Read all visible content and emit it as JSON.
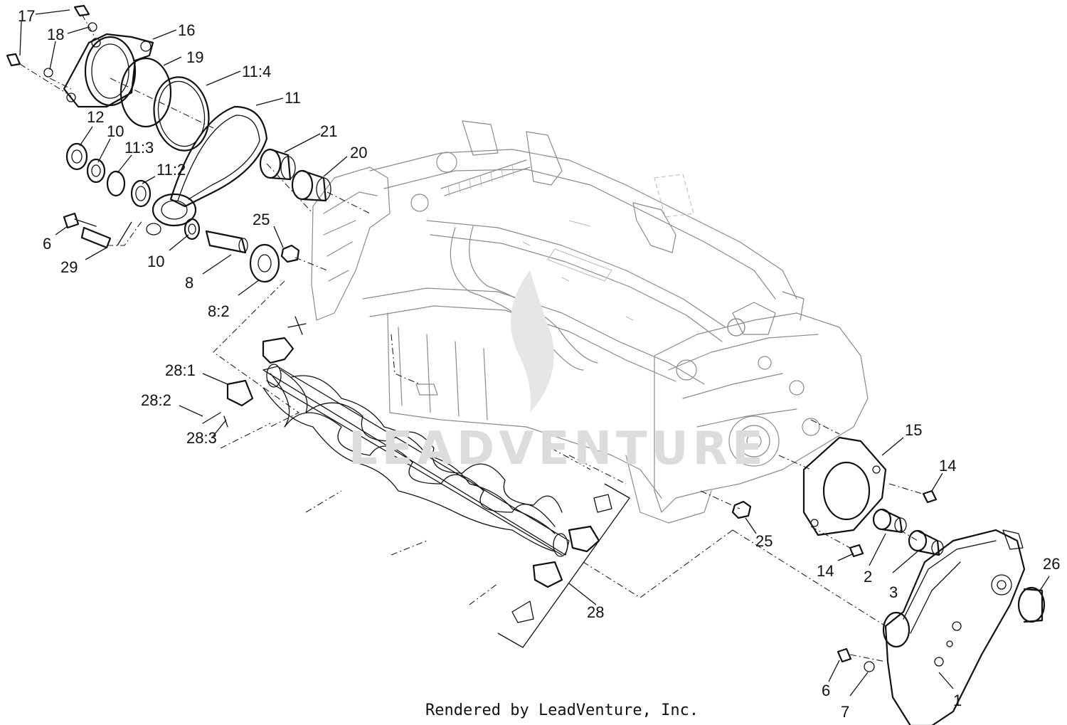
{
  "watermark": "LEADVENTURE",
  "credit": "Rendered by LeadVenture, Inc.",
  "callouts": [
    {
      "label": "17"
    },
    {
      "label": "18"
    },
    {
      "label": "16"
    },
    {
      "label": "19"
    },
    {
      "label": "11:4"
    },
    {
      "label": "11"
    },
    {
      "label": "12"
    },
    {
      "label": "10"
    },
    {
      "label": "11:3"
    },
    {
      "label": "11:2"
    },
    {
      "label": "21"
    },
    {
      "label": "20"
    },
    {
      "label": "25"
    },
    {
      "label": "6"
    },
    {
      "label": "29"
    },
    {
      "label": "10"
    },
    {
      "label": "8"
    },
    {
      "label": "8:2"
    },
    {
      "label": "28:1"
    },
    {
      "label": "28:2"
    },
    {
      "label": "28:3"
    },
    {
      "label": "15"
    },
    {
      "label": "14"
    },
    {
      "label": "25"
    },
    {
      "label": "14"
    },
    {
      "label": "2"
    },
    {
      "label": "3"
    },
    {
      "label": "26"
    },
    {
      "label": "28"
    },
    {
      "label": "6"
    },
    {
      "label": "7"
    },
    {
      "label": "1"
    }
  ]
}
